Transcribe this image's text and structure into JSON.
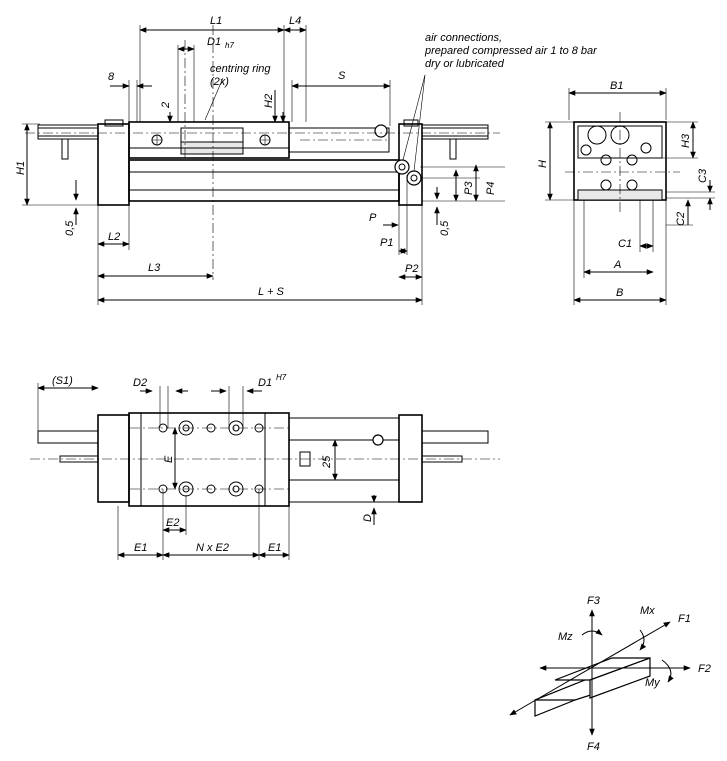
{
  "side_view": {
    "dims": {
      "L1": "L1",
      "L4": "L4",
      "D1": "D1",
      "D1_tol": "h7",
      "S": "S",
      "eight": "8",
      "two": "2",
      "H2": "H2",
      "H1": "H1",
      "half1": "0,5",
      "L2": "L2",
      "L3": "L3",
      "LS": "L + S",
      "P": "P",
      "P1": "P1",
      "P2": "P2",
      "P3": "P3",
      "P4": "P4",
      "half2": "0,5"
    },
    "centring_ring": [
      "centring ring",
      "(2x)"
    ],
    "air_note": [
      "air connections,",
      "prepared compressed air 1 to 8 bar",
      "dry or lubricated"
    ]
  },
  "end_view": {
    "dims": {
      "B1": "B1",
      "H": "H",
      "H3": "H3",
      "C3": "C3",
      "C2": "C2",
      "C1": "C1",
      "A": "A",
      "B": "B"
    }
  },
  "top_view": {
    "dims": {
      "S1": "(S1)",
      "D2": "D2",
      "D1": "D1",
      "D1_tol": "H7",
      "E": "E",
      "twentyfive": "25",
      "D": "D",
      "E2": "E2",
      "E1a": "E1",
      "NxE2": "N x E2",
      "E1b": "E1"
    }
  },
  "forces": {
    "F1": "F1",
    "F2": "F2",
    "F3": "F3",
    "F4": "F4",
    "Mx": "Mx",
    "My": "My",
    "Mz": "Mz"
  }
}
